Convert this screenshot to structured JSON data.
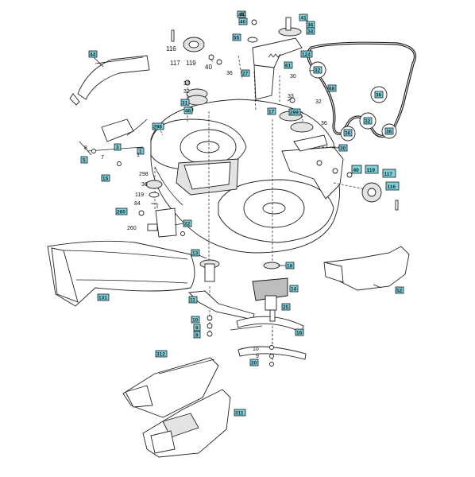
{
  "callouts_boxed": [
    {
      "id": "c40a",
      "text": "40"
    },
    {
      "id": "c41",
      "text": "41"
    },
    {
      "id": "c36top",
      "text": "36"
    },
    {
      "id": "c44",
      "text": "44"
    },
    {
      "id": "c34",
      "text": "34"
    },
    {
      "id": "c55",
      "text": "55"
    },
    {
      "id": "c124",
      "text": "124"
    },
    {
      "id": "c32belt",
      "text": "32"
    },
    {
      "id": "c68",
      "text": "68"
    },
    {
      "id": "c36b1",
      "text": "36"
    },
    {
      "id": "c36b2",
      "text": "36"
    },
    {
      "id": "c32b",
      "text": "32"
    },
    {
      "id": "c36b3",
      "text": "36"
    },
    {
      "id": "c61",
      "text": "61"
    },
    {
      "id": "c27",
      "text": "27"
    },
    {
      "id": "c17",
      "text": "17"
    },
    {
      "id": "c31",
      "text": "31"
    },
    {
      "id": "c46",
      "text": "46"
    },
    {
      "id": "c298a",
      "text": "298"
    },
    {
      "id": "c299",
      "text": "299"
    },
    {
      "id": "c3",
      "text": "3"
    },
    {
      "id": "c5",
      "text": "5"
    },
    {
      "id": "c15",
      "text": "15"
    },
    {
      "id": "c30",
      "text": "30"
    },
    {
      "id": "c40b",
      "text": "40"
    },
    {
      "id": "c119b",
      "text": "119"
    },
    {
      "id": "c117b",
      "text": "117"
    },
    {
      "id": "c116b",
      "text": "116"
    },
    {
      "id": "c260",
      "text": "260"
    },
    {
      "id": "c22",
      "text": "22"
    },
    {
      "id": "c13",
      "text": "13"
    },
    {
      "id": "c18",
      "text": "18"
    },
    {
      "id": "c14",
      "text": "14"
    },
    {
      "id": "c131",
      "text": "131"
    },
    {
      "id": "c11",
      "text": "11"
    },
    {
      "id": "c52",
      "text": "52"
    },
    {
      "id": "c10",
      "text": "10"
    },
    {
      "id": "c9",
      "text": "9"
    },
    {
      "id": "c8",
      "text": "8"
    },
    {
      "id": "c25",
      "text": "25"
    },
    {
      "id": "c16",
      "text": "16"
    },
    {
      "id": "c20",
      "text": "20"
    },
    {
      "id": "c312",
      "text": "312"
    },
    {
      "id": "c311",
      "text": "311"
    },
    {
      "id": "c1",
      "text": "1"
    }
  ],
  "callouts_plain": [
    {
      "id": "p40top",
      "text": "40"
    },
    {
      "id": "p116",
      "text": "116"
    },
    {
      "id": "p117",
      "text": "117"
    },
    {
      "id": "p119",
      "text": "119"
    },
    {
      "id": "p40mid",
      "text": "40"
    },
    {
      "id": "p36a",
      "text": "36"
    },
    {
      "id": "p30a",
      "text": "30"
    },
    {
      "id": "p33a",
      "text": "33"
    },
    {
      "id": "p32a",
      "text": "32"
    },
    {
      "id": "p33b",
      "text": "33"
    },
    {
      "id": "p32b",
      "text": "32"
    },
    {
      "id": "p36c",
      "text": "36"
    },
    {
      "id": "p298",
      "text": "298"
    },
    {
      "id": "p36d",
      "text": "36"
    },
    {
      "id": "p119c",
      "text": "119"
    },
    {
      "id": "p84",
      "text": "84"
    },
    {
      "id": "p260b",
      "text": "260"
    },
    {
      "id": "p10b",
      "text": "10"
    },
    {
      "id": "p9b",
      "text": "9"
    },
    {
      "id": "p8a",
      "text": "8"
    },
    {
      "id": "p7",
      "text": "7"
    },
    {
      "id": "p1",
      "text": "1"
    }
  ]
}
